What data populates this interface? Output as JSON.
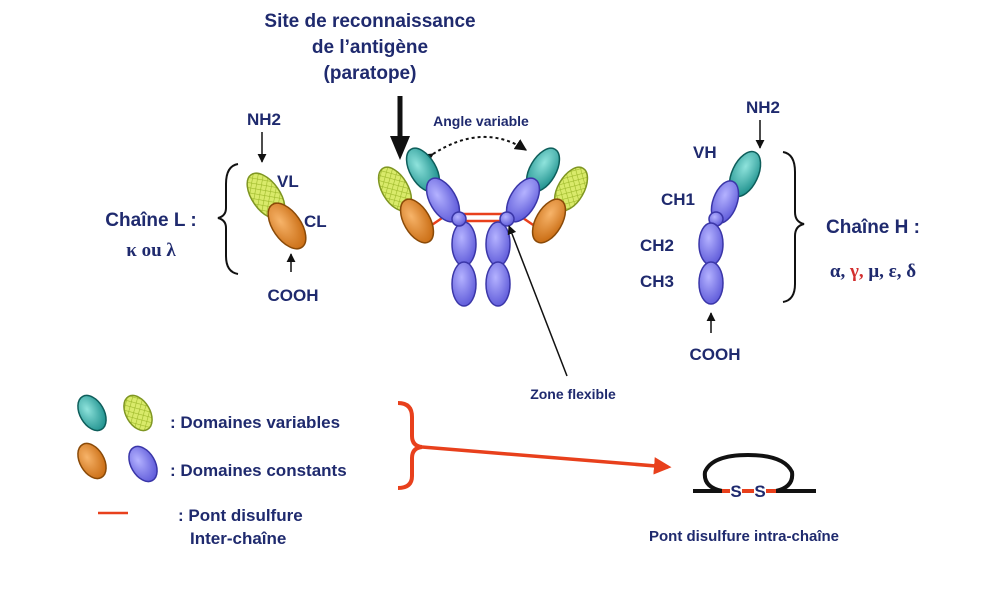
{
  "title": {
    "line1": "Site de reconnaissance",
    "line2": "de l’antigène",
    "line3": "(paratope)"
  },
  "labels": {
    "angle_variable": "Angle variable",
    "zone_flexible": "Zone flexible"
  },
  "light_chain": {
    "nh2": "NH2",
    "vl": "VL",
    "cl": "CL",
    "cooh": "COOH",
    "name": "Chaîne L :",
    "types": "κ ou λ"
  },
  "heavy_chain": {
    "nh2": "NH2",
    "vh": "VH",
    "ch1": "CH1",
    "ch2": "CH2",
    "ch3": "CH3",
    "cooh": "COOH",
    "name": "Chaîne H :",
    "types": [
      {
        "text": "α,",
        "color": "#1f2a6e"
      },
      {
        "text": "γ,",
        "color": "#d32f2f"
      },
      {
        "text": "μ,",
        "color": "#1f2a6e"
      },
      {
        "text": "ε,",
        "color": "#1f2a6e"
      },
      {
        "text": "δ",
        "color": "#1f2a6e"
      }
    ]
  },
  "legend": {
    "variable": ": Domaines variables",
    "constant": ": Domaines constants",
    "bridge_line1": ": Pont disulfure",
    "bridge_line2": "Inter-chaîne"
  },
  "intra_chain": {
    "s1": "S",
    "s2": "S",
    "caption": "Pont disulfure intra-chaîne"
  },
  "colors": {
    "text": "#1f2a6e",
    "teal": "#2aa3a0",
    "lime": "#cde05a",
    "orange": "#d97a1b",
    "blue": "#7c79e8",
    "red": "#e8401c"
  }
}
